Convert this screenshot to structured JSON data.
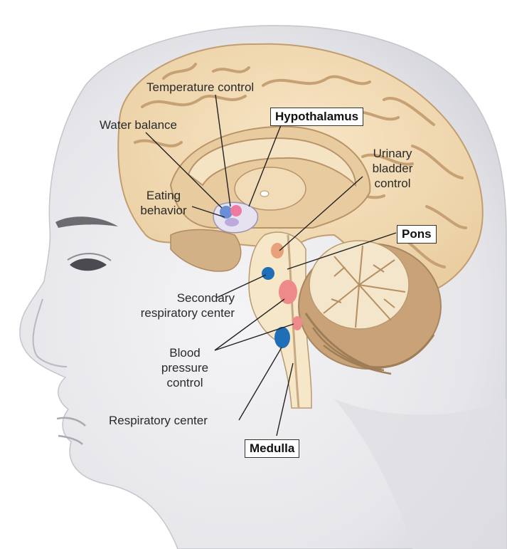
{
  "labels": {
    "temperature": "Temperature control",
    "water": "Water balance",
    "hypothalamus": "Hypothalamus",
    "urinary_1": "Urinary",
    "urinary_2": "bladder",
    "urinary_3": "control",
    "eating_1": "Eating",
    "eating_2": "behavior",
    "pons": "Pons",
    "secondary_1": "Secondary",
    "secondary_2": "respiratory center",
    "blood_1": "Blood",
    "blood_2": "pressure",
    "blood_3": "control",
    "respiratory": "Respiratory center",
    "medulla": "Medulla"
  },
  "colors": {
    "skin": "#ececef",
    "skin_shade": "#c9cad0",
    "cortex": "#f3dcb8",
    "cortex_sulci": "#c9a578",
    "inner_brain": "#d8b98c",
    "brainstem": "#f6e7c9",
    "cerebellum": "#f1dfc0",
    "cerebellum_dark": "#a88863",
    "nucleus_blue": "#1f6fb8",
    "nucleus_pink": "#ef8a8a",
    "leader_line": "#222222"
  }
}
